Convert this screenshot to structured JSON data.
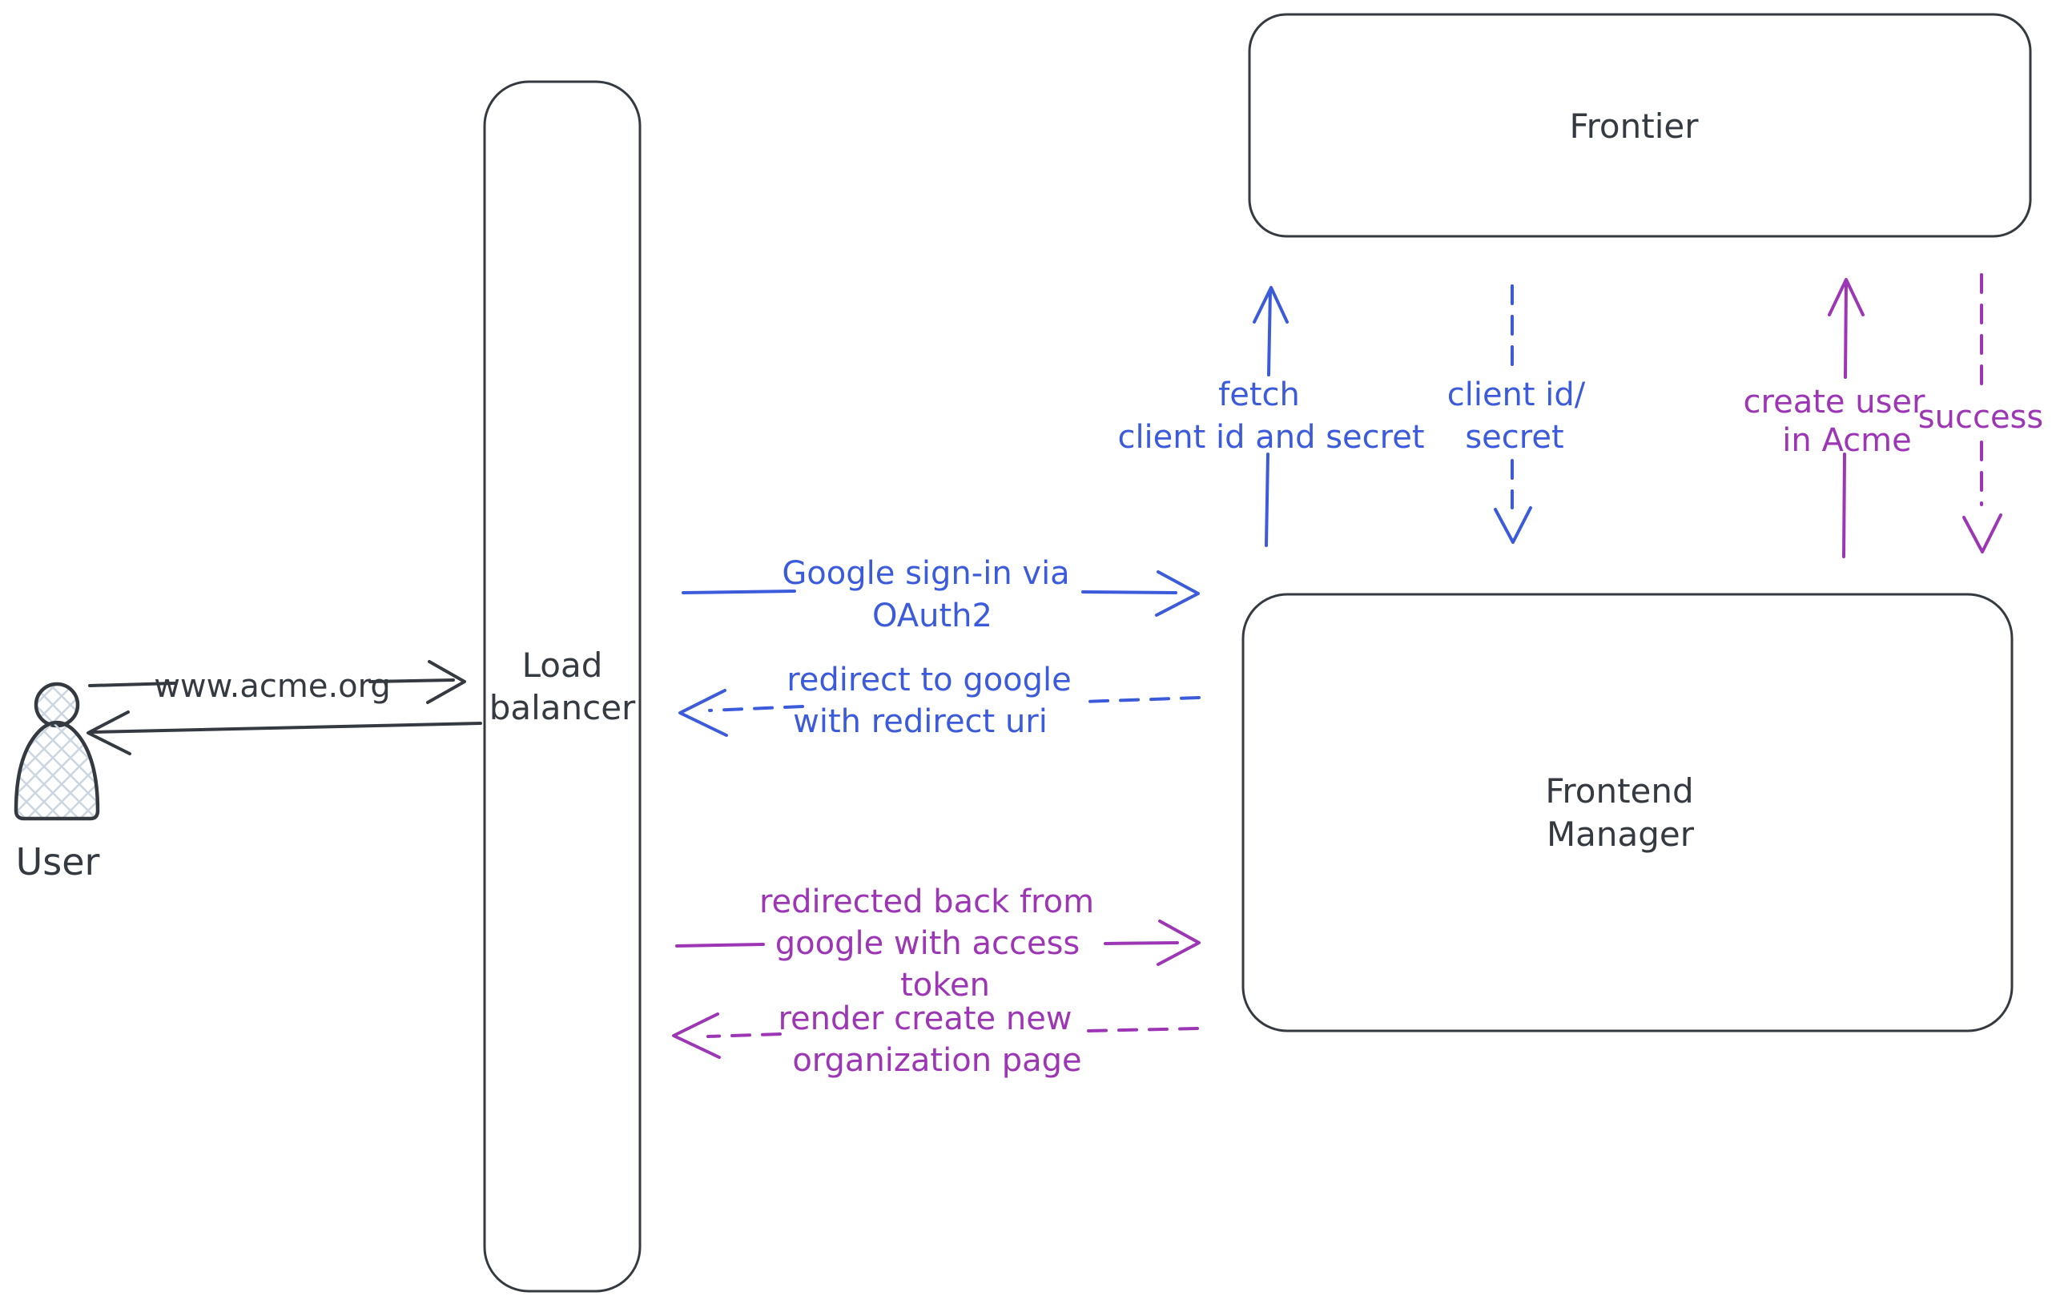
{
  "diagram_type": "sequence-architecture-sketch",
  "colors": {
    "ink": "#343a40",
    "blue": "#3b5bdb",
    "purple": "#9c36b5",
    "hatch": "#ccd6e0",
    "background": "#ffffff"
  },
  "nodes": {
    "user": {
      "label": "User",
      "shape": "person-figure"
    },
    "load_balancer": {
      "lines": [
        "Load",
        "balancer"
      ],
      "shape": "tall-rounded-rect"
    },
    "frontier": {
      "label": "Frontier",
      "shape": "rounded-rect"
    },
    "frontend_manager": {
      "lines": [
        "Frontend",
        "Manager"
      ],
      "shape": "rounded-rect"
    }
  },
  "edges": {
    "www_acme": {
      "lines": [
        "www.acme.org"
      ],
      "from": "User",
      "to": "Load balancer",
      "style": "solid",
      "color": "#343a40",
      "direction": "right"
    },
    "response_to_user": {
      "lines": [],
      "from": "Load balancer",
      "to": "User",
      "style": "solid",
      "color": "#343a40",
      "direction": "left"
    },
    "google_signin": {
      "lines": [
        "Google sign-in via",
        "OAuth2"
      ],
      "from": "Load balancer",
      "to": "Frontend Manager",
      "style": "solid",
      "color": "#3b5bdb",
      "direction": "right"
    },
    "redirect_to_google": {
      "lines": [
        "redirect to google",
        "with redirect uri"
      ],
      "from": "Frontend Manager",
      "to": "Load balancer",
      "style": "dashed",
      "color": "#3b5bdb",
      "direction": "left"
    },
    "fetch_client_id": {
      "lines": [
        "fetch",
        "client id and secret"
      ],
      "from": "Frontend Manager",
      "to": "Frontier",
      "style": "solid",
      "color": "#3b5bdb",
      "direction": "up"
    },
    "client_id_secret": {
      "lines": [
        "client id/",
        "secret"
      ],
      "from": "Frontier",
      "to": "Frontend Manager",
      "style": "dashed",
      "color": "#3b5bdb",
      "direction": "down"
    },
    "redirected_back": {
      "lines": [
        "redirected back from",
        "google with access",
        "token"
      ],
      "from": "Load balancer",
      "to": "Frontend Manager",
      "style": "solid",
      "color": "#9c36b5",
      "direction": "right"
    },
    "render_org_page": {
      "lines": [
        "render create new",
        "organization page"
      ],
      "from": "Frontend Manager",
      "to": "Load balancer",
      "style": "dashed",
      "color": "#9c36b5",
      "direction": "left"
    },
    "create_user": {
      "lines": [
        "create user",
        "in Acme"
      ],
      "from": "Frontend Manager",
      "to": "Frontier",
      "style": "solid",
      "color": "#9c36b5",
      "direction": "up"
    },
    "success": {
      "lines": [
        "success"
      ],
      "from": "Frontier",
      "to": "Frontend Manager",
      "style": "dashed",
      "color": "#9c36b5",
      "direction": "down"
    }
  }
}
